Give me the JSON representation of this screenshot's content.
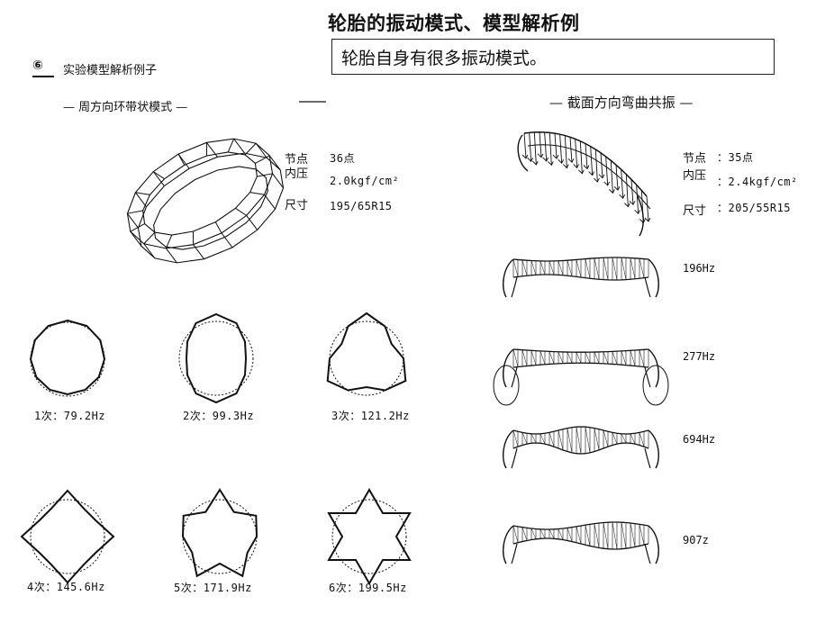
{
  "title": "轮胎的振动模式、模型解析例",
  "subtitle": "轮胎自身有很多振动模式。",
  "section": {
    "number": "⑥",
    "label": "实验模型解析例子"
  },
  "left_panel": {
    "heading": "— 周方向环带状模式 —",
    "specs": [
      {
        "key": "节点",
        "value": "36点"
      },
      {
        "key": "内压",
        "value": "2.0kgf/cm²"
      },
      {
        "key": "尺寸",
        "value": "195/65R15"
      }
    ],
    "modes": [
      {
        "label": "1次：79.2Hz"
      },
      {
        "label": "2次：99.3Hz"
      },
      {
        "label": "3次：121.2Hz"
      },
      {
        "label": "4次：145.6Hz"
      },
      {
        "label": "5次：171.9Hz"
      },
      {
        "label": "6次：199.5Hz"
      }
    ]
  },
  "right_panel": {
    "heading": "— 截面方向弯曲共振 —",
    "specs": [
      {
        "key": "节点",
        "value": "：35点"
      },
      {
        "key": "内压",
        "value": "：2.4kgf/cm²"
      },
      {
        "key": "尺寸",
        "value": "：205/55R15"
      }
    ],
    "modes": [
      {
        "label": "196Hz"
      },
      {
        "label": "277Hz"
      },
      {
        "label": "694Hz"
      },
      {
        "label": "907z"
      }
    ]
  }
}
